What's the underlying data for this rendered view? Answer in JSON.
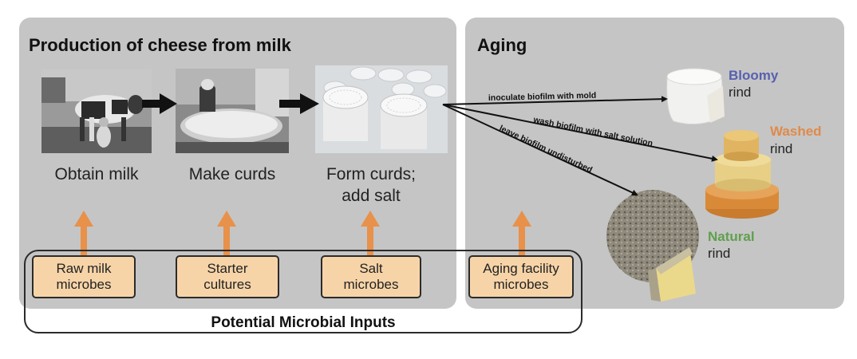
{
  "production": {
    "title": "Production of cheese from milk",
    "steps": [
      {
        "label_lines": [
          "Obtain milk"
        ]
      },
      {
        "label_lines": [
          "Make curds"
        ]
      },
      {
        "label_lines": [
          "Form curds;",
          "add salt"
        ]
      }
    ]
  },
  "aging": {
    "title": "Aging",
    "pathways": [
      {
        "instruction": "inoculate biofilm with mold",
        "rind_name": "Bloomy",
        "rind_word": "rind",
        "color": "#5860b0"
      },
      {
        "instruction": "wash biofilm with salt solution",
        "rind_name": "Washed",
        "rind_word": "rind",
        "color": "#e08a4a"
      },
      {
        "instruction": "leave biofilm undisturbed",
        "rind_name": "Natural",
        "rind_word": "rind",
        "color": "#5fa04e"
      }
    ]
  },
  "inputs": {
    "caption": "Potential Microbial Inputs",
    "items": [
      {
        "lines": [
          "Raw milk",
          "microbes"
        ]
      },
      {
        "lines": [
          "Starter",
          "cultures"
        ]
      },
      {
        "lines": [
          "Salt",
          "microbes"
        ]
      },
      {
        "lines": [
          "Aging facility",
          "microbes"
        ]
      }
    ]
  },
  "colors": {
    "panel": "#c5c5c5",
    "input_fill": "#f7d4a8",
    "input_arrow": "#e8914a"
  }
}
